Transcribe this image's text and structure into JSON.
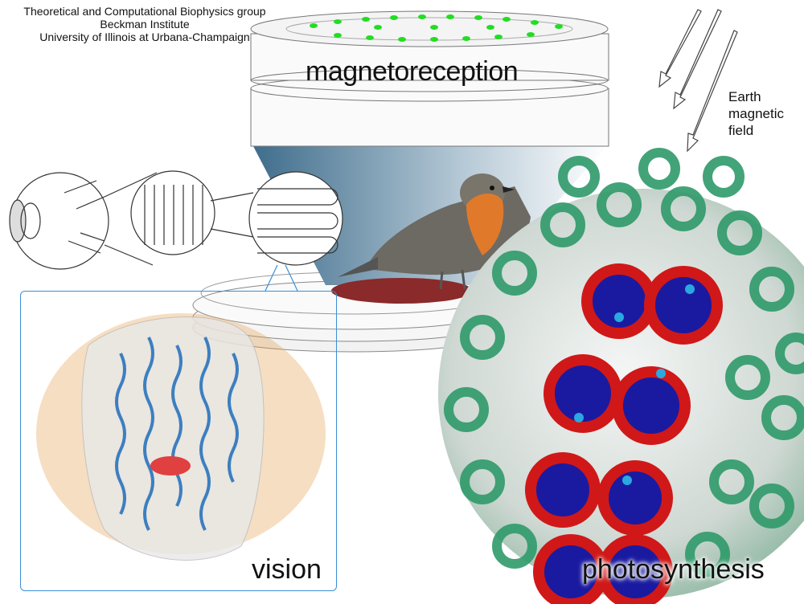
{
  "credit": {
    "line1": "Theoretical and Computational Biophysics group",
    "line2": "Beckman Institute",
    "line3": "University of Illinois at Urbana-Champaign"
  },
  "labels": {
    "magnetoreception": "magnetoreception",
    "earth_line1": "Earth",
    "earth_line2": "magnetic",
    "earth_line3": "field",
    "vision": "vision",
    "photosynthesis": "photosynthesis"
  },
  "colors": {
    "vision_border": "#3a8fd8",
    "chlorophyll_green": "#2f9a6a",
    "ring_red": "#d01818",
    "core_blue": "#1a1aa0",
    "protein_blue": "#3c7fc0",
    "lipid_orange": "#e6a050",
    "disc_red": "#8a2a2a"
  }
}
